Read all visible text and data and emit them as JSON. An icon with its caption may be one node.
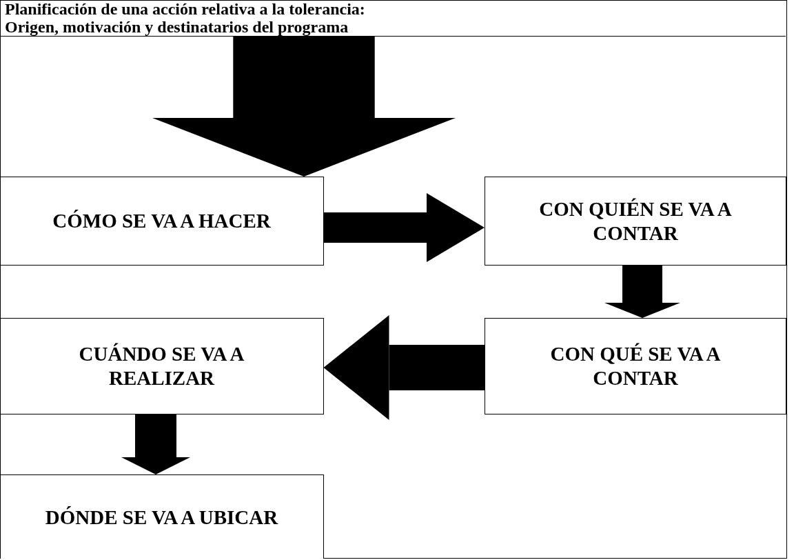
{
  "diagram": {
    "nodes": [
      {
        "text": [
          "Planificación de una acción relativa a la tolerancia:",
          "Origen, motivación y destinatarios del programa"
        ]
      },
      {
        "text": [
          "CÓMO SE VA A HACER"
        ]
      },
      {
        "text": [
          "CON QUIÉN SE VA A CONTAR"
        ]
      },
      {
        "text": [
          "CON QUÉ SE VA A CONTAR"
        ]
      },
      {
        "text": [
          "CUÁNDO SE VA A REALIZAR"
        ]
      },
      {
        "text": [
          "DÓNDE SE VA A UBICAR"
        ]
      }
    ],
    "edges": [
      {
        "from": 0,
        "to": 1,
        "arrow": "to",
        "style": "thick"
      },
      {
        "from": 1,
        "to": 2,
        "arrow": "to"
      },
      {
        "from": 2,
        "to": 3,
        "arrow": "to"
      },
      {
        "from": 3,
        "to": 4,
        "arrow": "to"
      },
      {
        "from": 4,
        "to": 5,
        "arrow": "to"
      }
    ]
  }
}
